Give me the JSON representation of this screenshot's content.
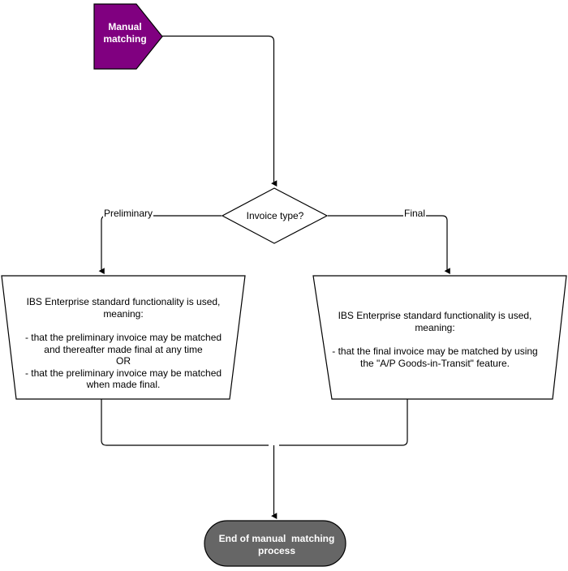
{
  "diagram": {
    "title": "Manual matching process flowchart",
    "colors": {
      "start_fill": "#800080",
      "start_stroke": "#000000",
      "end_fill": "#666666",
      "end_stroke": "#000000",
      "node_fill": "#ffffff",
      "node_stroke": "#000000",
      "connector": "#000000",
      "start_text": "#ffffff",
      "end_text": "#ffffff",
      "node_text": "#000000"
    },
    "nodes": {
      "start": {
        "shape": "pentagon-arrow",
        "label": "Manual\nmatching"
      },
      "decision": {
        "shape": "diamond",
        "label": "Invoice type?"
      },
      "process_preliminary": {
        "shape": "trapezoid",
        "label": "IBS Enterprise standard functionality is used,\nmeaning:\n\n- that the preliminary invoice may be matched\nand thereafter made final at any time\nOR\n- that the preliminary invoice may be matched\nwhen made final."
      },
      "process_final": {
        "shape": "trapezoid",
        "label": "IBS Enterprise standard functionality is used,\nmeaning:\n\n- that the final invoice may be matched by using\nthe \"A/P Goods-in-Transit\" feature."
      },
      "end": {
        "shape": "rounded-rectangle",
        "label": "End of manual  matching\nprocess"
      }
    },
    "edges": {
      "start_to_decision": {
        "label": ""
      },
      "decision_to_preliminary": {
        "label": "Preliminary"
      },
      "decision_to_final": {
        "label": "Final"
      },
      "preliminary_to_end": {
        "label": ""
      },
      "final_to_end": {
        "label": ""
      }
    }
  }
}
